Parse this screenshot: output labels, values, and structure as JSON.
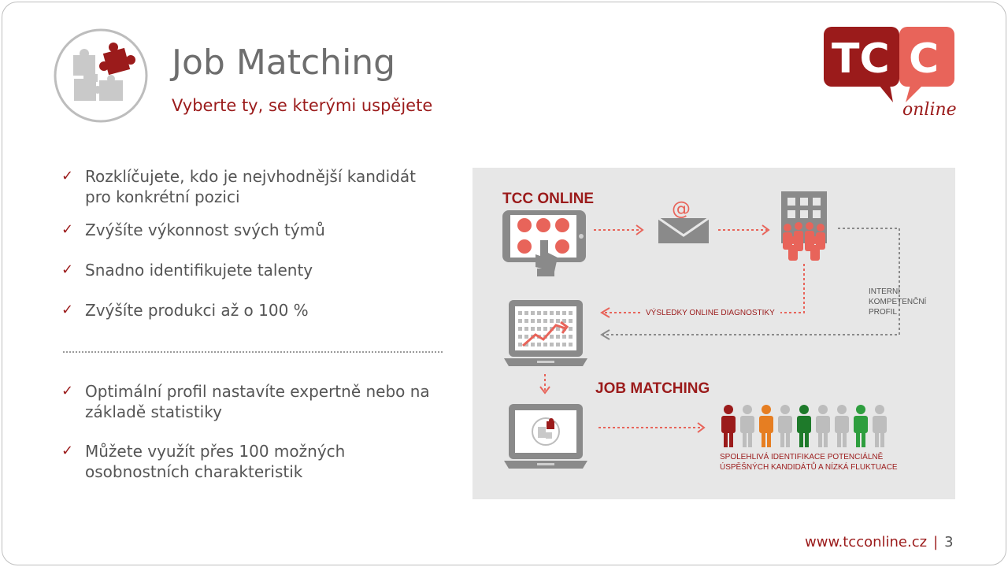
{
  "header": {
    "title": "Job Matching",
    "subtitle": "Vyberte ty, se kterými uspějete"
  },
  "logo": {
    "letters_left": "TC",
    "letters_right": "C",
    "word": "online"
  },
  "benefits": [
    {
      "line1": "Rozklíčujete, kdo je nejvhodnější kandidát",
      "line2": "pro konkrétní pozici"
    },
    {
      "line1": "Zvýšíte výkonnost svých týmů",
      "line2": ""
    },
    {
      "line1": "Snadno identifikujete talenty",
      "line2": ""
    },
    {
      "line1": "Zvýšíte produkci až o 100 %",
      "line2": ""
    }
  ],
  "features": [
    {
      "line1": "Optimální profil nastavíte expertně nebo na",
      "line2": "základě statistiky"
    },
    {
      "line1": "Můžete využít přes 100 možných",
      "line2": "osobnostních charakteristik"
    }
  ],
  "check_mark": "✓",
  "diagram": {
    "tcc_online_label": "TCC ONLINE",
    "email_symbol": "@",
    "results_label": "VÝSLEDKY ONLINE DIAGNOSTIKY",
    "profile_label": [
      "INTERNÍ",
      "KOMPETENČNÍ",
      "PROFIL"
    ],
    "job_matching_label": "JOB MATCHING",
    "result_caption": [
      "SPOLEHLIVÁ  IDENTIFIKACE  POTENCIÁLNĚ",
      "ÚSPĚŠNÝCH KANDIDÁTŮ A NÍZKÁ FLUKTUACE"
    ]
  },
  "footer": {
    "url": "www.tcconline.cz",
    "separator": "|",
    "page_number": "3"
  },
  "colors": {
    "brand_dark": "#9b1b1b",
    "brand_light": "#e8645a",
    "text_gray": "#555555",
    "panel_bg": "#e7e7e7"
  }
}
